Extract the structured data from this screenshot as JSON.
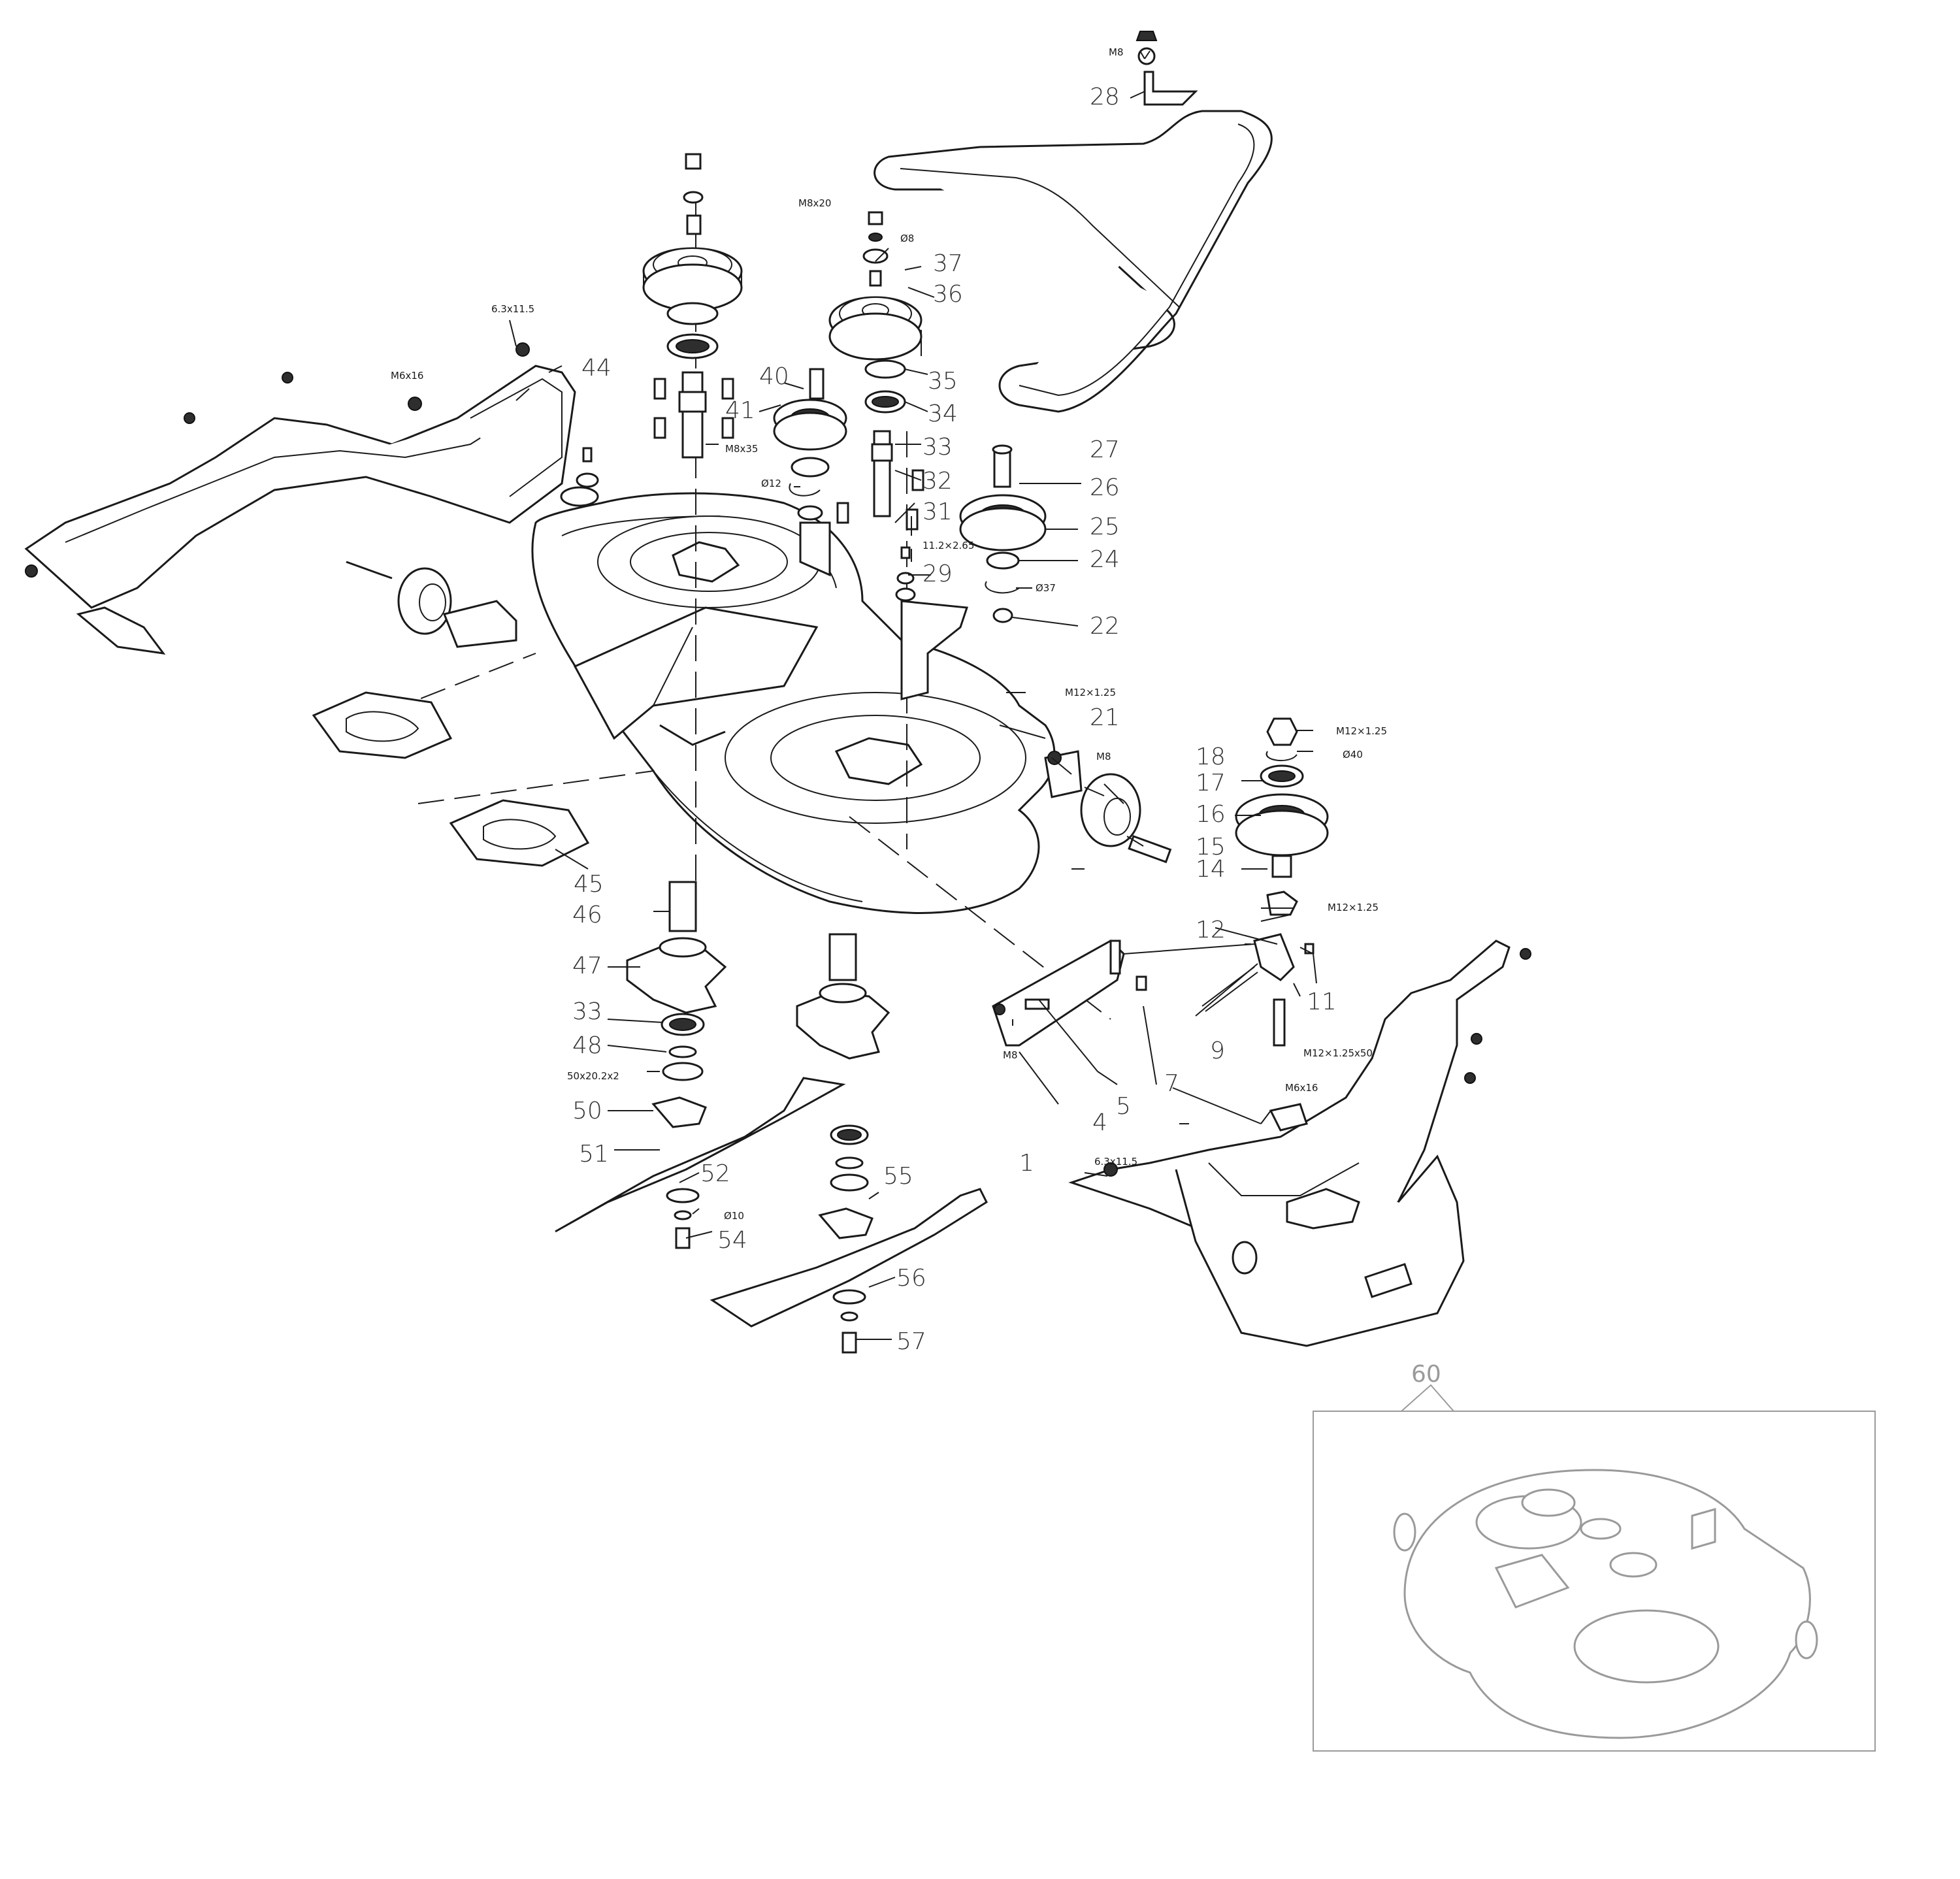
{
  "callouts": {
    "c1": "1",
    "c4": "4",
    "c5": "5",
    "c7": "7",
    "c9": "9",
    "c11": "11",
    "c12": "12",
    "c14": "14",
    "c15": "15",
    "c16": "16",
    "c17": "17",
    "c18": "18",
    "c21": "21",
    "c22": "22",
    "c24": "24",
    "c25": "25",
    "c26": "26",
    "c27": "27",
    "c28": "28",
    "c29": "29",
    "c31": "31",
    "c32": "32",
    "c33a": "33",
    "c33b": "33",
    "c34": "34",
    "c35": "35",
    "c36": "36",
    "c37": "37",
    "c40": "40",
    "c41": "41",
    "c44": "44",
    "c45": "45",
    "c46": "46",
    "c47": "47",
    "c48": "48",
    "c50": "50",
    "c51": "51",
    "c52": "52",
    "c54": "54",
    "c55": "55",
    "c56": "56",
    "c57": "57",
    "c60": "60"
  },
  "specs": {
    "m8_top": "M8",
    "m8x20": "M8x20",
    "d8": "Ø8",
    "screw_63_left": "6.3x11.5",
    "m6x16_left": "M6x16",
    "m8x35": "M8x35",
    "d12": "Ø12",
    "circlip_112": "11.2×2.65",
    "d37": "Ø37",
    "m12_nut_22": "M12×1.25",
    "m12_nut_top": "M12×1.25",
    "d40": "Ø40",
    "m8_wheel": "M8",
    "m12_nut_14": "M12×1.25",
    "m12_bolt": "M12×1.25x50",
    "m8_bracket": "M8",
    "m6x16_right": "M6x16",
    "screw_63_right": "6.3x11.5",
    "washer_50": "50x20.2x2",
    "d10": "Ø10"
  },
  "colors": {
    "line": "#1a1a1a",
    "callout_text": "#333333",
    "inset_grey": "#9a9a9a"
  }
}
